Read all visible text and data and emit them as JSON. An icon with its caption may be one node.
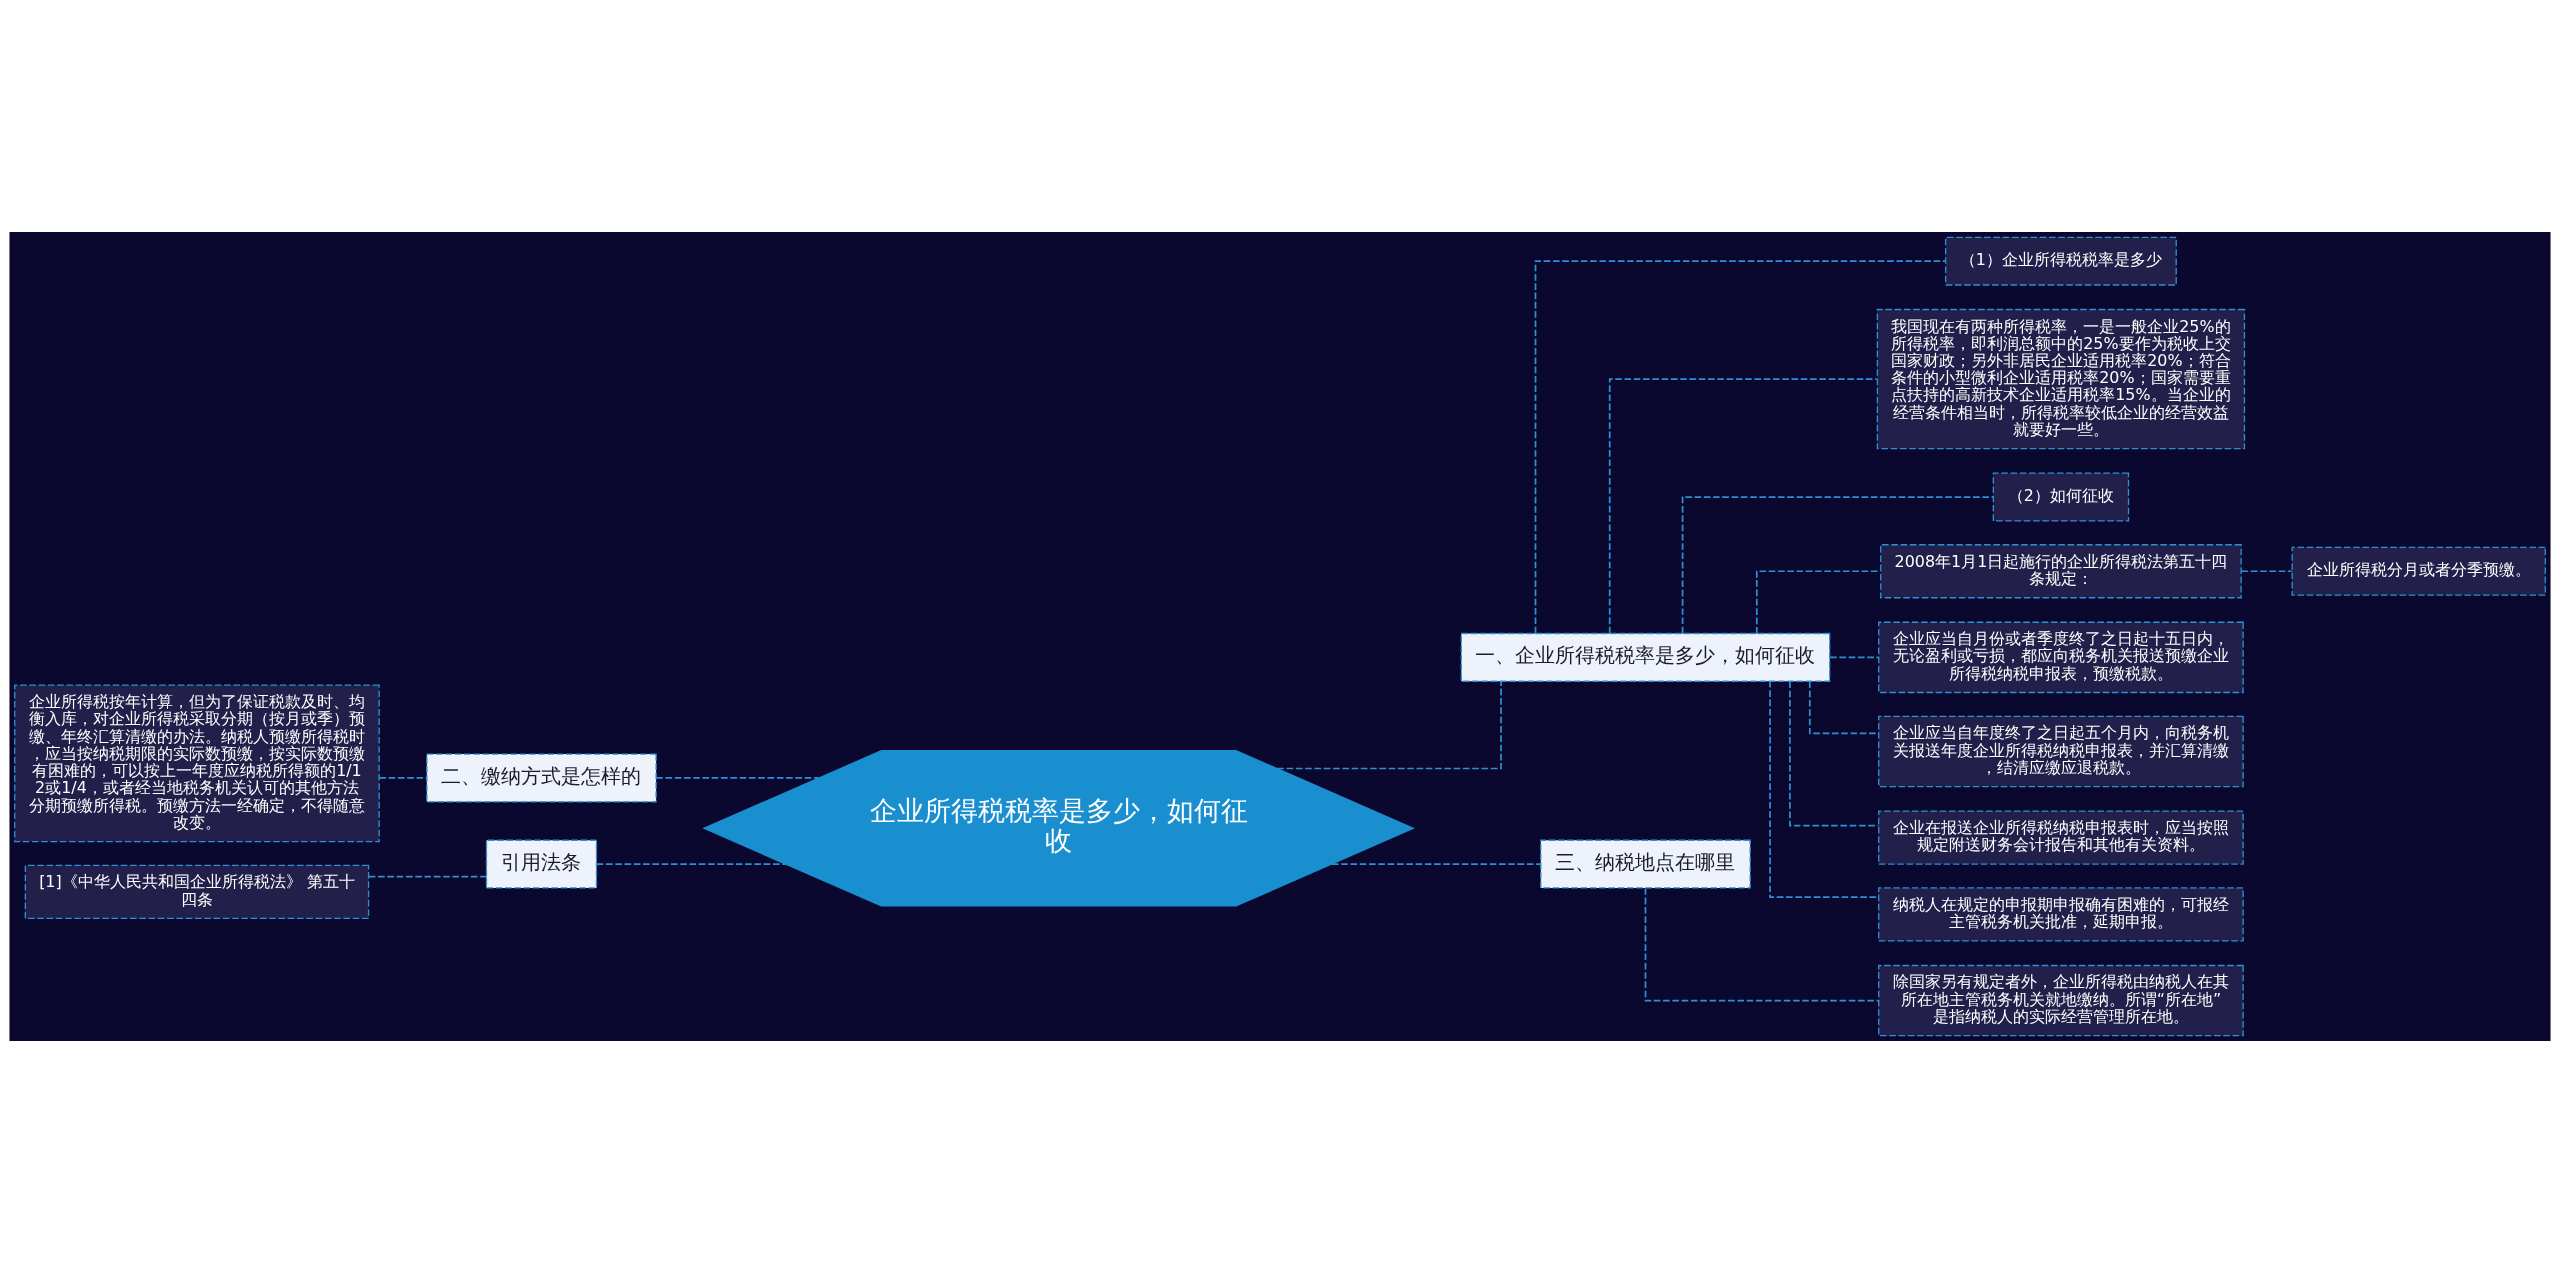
{
  "diagram": {
    "nodes": [
      {
        "text": [
          "企业所得税税率是多少，如何征收"
        ]
      },
      {
        "text": [
          "一、企业所得税税率是多少，如何征收"
        ]
      },
      {
        "text": [
          "（1）企业所得税税率是多少"
        ]
      },
      {
        "text": [
          "我国现在有两种所得税率，一是一般企业25%的所得税率，即利润总额中的25%要作为税收上交国家财政；另外非居民企业适用税率20%；符合条件的小型微利企业适用税率20%；国家需要重点扶持的高新技术企业适用税率15%。当企业的经营条件相当时，所得税率较低企业的经营效益就要好一些。"
        ]
      },
      {
        "text": [
          "（2）如何征收"
        ]
      },
      {
        "text": [
          "2008年1月1日起施行的企业所得税法第五十四条规定："
        ]
      },
      {
        "text": [
          "企业所得税分月或者分季预缴。"
        ]
      },
      {
        "text": [
          "企业应当自月份或者季度终了之日起十五日内，无论盈利或亏损，都应向税务机关报送预缴企业所得税纳税申报表，预缴税款。"
        ]
      },
      {
        "text": [
          "企业应当自年度终了之日起五个月内，向税务机关报送年度企业所得税纳税申报表，并汇算清缴，结清应缴应退税款。"
        ]
      },
      {
        "text": [
          "企业在报送企业所得税纳税申报表时，应当按照规定附送财务会计报告和其他有关资料。"
        ]
      },
      {
        "text": [
          "纳税人在规定的申报期申报确有困难的，可报经主管税务机关批准，延期申报。"
        ]
      },
      {
        "text": [
          "三、纳税地点在哪里"
        ]
      },
      {
        "text": [
          "除国家另有规定者外，企业所得税由纳税人在其所在地主管税务机关就地缴纳。所谓“所在地”是指纳税人的实际经营管理所在地。"
        ]
      },
      {
        "text": [
          "二、缴纳方式是怎样的"
        ]
      },
      {
        "text": [
          "企业所得税按年计算，但为了保证税款及时、均衡入库，对企业所得税采取分期（按月或季）预缴、年终汇算清缴的办法。纳税人预缴所得税时，应当按纳税期限的实际数预缴，按实际数预缴有困难的，可以按上一年度应纳税所得额的1/12或1/4，或者经当地税务机关认可的其他方法分期预缴所得税。预缴方法一经确定，不得随意改变。"
        ]
      },
      {
        "text": [
          "引用法条"
        ]
      },
      {
        "text": [
          "[1]《中华人民共和国企业所得税法》 第五十四条"
        ]
      }
    ],
    "edges": [
      {
        "from": 0,
        "to": 1,
        "arrow": "none",
        "style": "dashed"
      },
      {
        "from": 1,
        "to": 2,
        "arrow": "none",
        "style": "dashed"
      },
      {
        "from": 1,
        "to": 3,
        "arrow": "none",
        "style": "dashed"
      },
      {
        "from": 1,
        "to": 4,
        "arrow": "none",
        "style": "dashed"
      },
      {
        "from": 1,
        "to": 5,
        "arrow": "none",
        "style": "dashed"
      },
      {
        "from": 5,
        "to": 6,
        "arrow": "none",
        "style": "dashed"
      },
      {
        "from": 1,
        "to": 7,
        "arrow": "none",
        "style": "dashed"
      },
      {
        "from": 1,
        "to": 8,
        "arrow": "none",
        "style": "dashed"
      },
      {
        "from": 1,
        "to": 9,
        "arrow": "none",
        "style": "dashed"
      },
      {
        "from": 1,
        "to": 10,
        "arrow": "none",
        "style": "dashed"
      },
      {
        "from": 0,
        "to": 11,
        "arrow": "none",
        "style": "dashed"
      },
      {
        "from": 11,
        "to": 12,
        "arrow": "none",
        "style": "dashed"
      },
      {
        "from": 0,
        "to": 13,
        "arrow": "none",
        "style": "dashed"
      },
      {
        "from": 13,
        "to": 14,
        "arrow": "none",
        "style": "dashed"
      },
      {
        "from": 0,
        "to": 15,
        "arrow": "none",
        "style": "dashed"
      },
      {
        "from": 15,
        "to": 16,
        "arrow": "none",
        "style": "dashed"
      }
    ]
  }
}
